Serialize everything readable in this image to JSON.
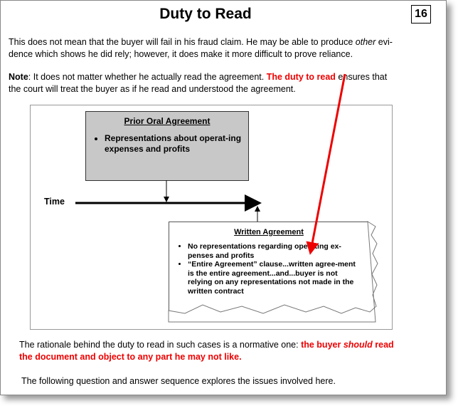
{
  "title": "Duty to Read",
  "page_number": "16",
  "para1": {
    "a": "This does not mean that the buyer will fail in his fraud claim.  He may be able to produce ",
    "em": "other",
    "b": " evi-",
    "line2": "dence which shows he did rely; however, it does make it more difficult to prove reliance."
  },
  "note": {
    "label": "Note",
    "a": ":  It does not matter whether he actually read the agreement.  ",
    "red": "The duty to read",
    "b": " ensures that",
    "line2": "the court will treat the buyer as if he read and understood the agreement."
  },
  "diagram": {
    "oral_title": "Prior Oral Agreement",
    "oral_items": [
      "Representations about operat-ing expenses and profits"
    ],
    "time_label": "Time",
    "written_title": "Written Agreement",
    "written_items": [
      "No representations regarding operating ex-penses and profits",
      "“Entire Agreement” clause...written agree-ment is the entire agreement...and...buyer is not relying on any representations not made in the written contract"
    ]
  },
  "rationale": {
    "a": "The rationale behind the duty to read in such cases is a normative one:  ",
    "red1": "the buyer ",
    "red_em": "should",
    "red2": " read",
    "line2": "the document and object to any part he may not like."
  },
  "closing": "The following question and answer sequence explores the issues involved here."
}
